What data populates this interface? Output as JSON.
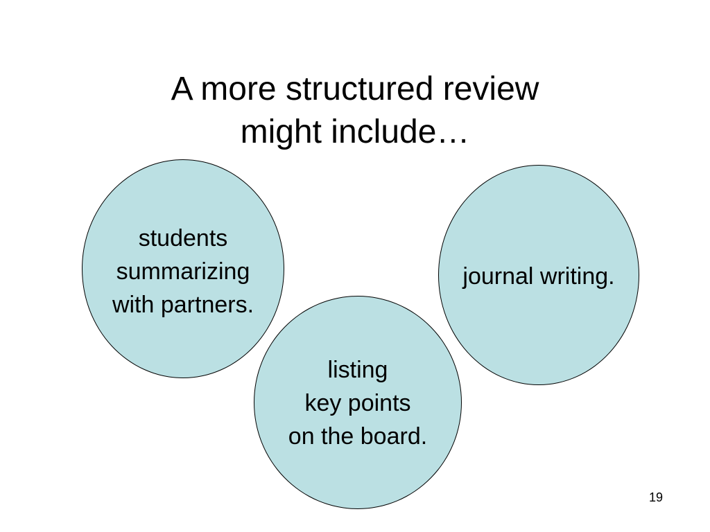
{
  "slide": {
    "title_lines": [
      "A more structured review",
      "might include…"
    ],
    "page_number": "19"
  },
  "bubbles": {
    "students": {
      "lines": [
        "students ",
        "summarizing",
        "with partners."
      ]
    },
    "listing": {
      "lines": [
        "listing",
        "key points",
        "on the board."
      ]
    },
    "journal": {
      "lines": [
        "journal writing."
      ]
    }
  },
  "colors": {
    "bubble_fill": "#bbe0e3",
    "bubble_border": "#000000",
    "text": "#000000",
    "background": "#ffffff"
  }
}
